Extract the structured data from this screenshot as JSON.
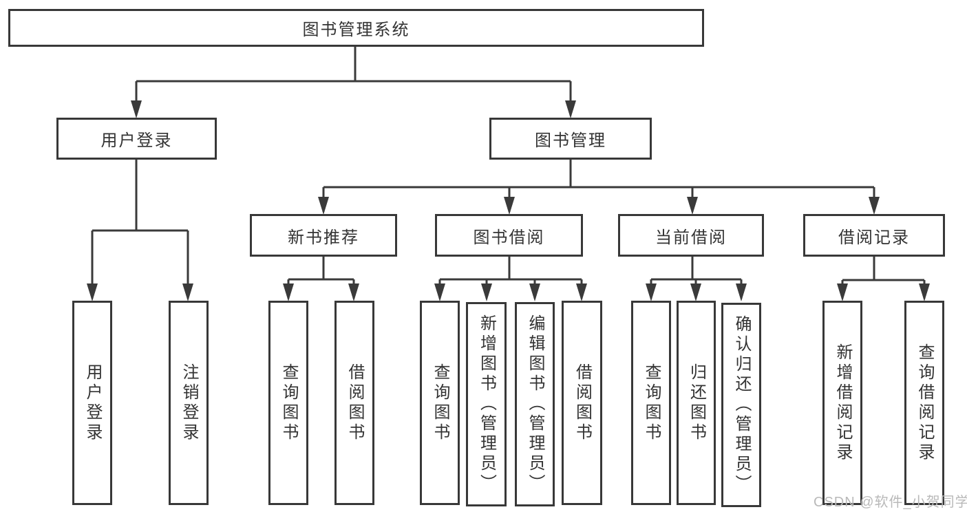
{
  "colors": {
    "line": "#3a3a3a",
    "border": "#383838",
    "text": "#333333",
    "background": "#ffffff",
    "watermark": "#b9b9b9"
  },
  "watermark": {
    "text": "CSDN @软件_小贺同学"
  },
  "tree": {
    "root": {
      "label": "图书管理系统",
      "children": [
        {
          "label": "用户登录",
          "children": [
            {
              "label": "用户登录"
            },
            {
              "label": "注销登录"
            }
          ]
        },
        {
          "label": "图书管理",
          "children": [
            {
              "label": "新书推荐",
              "children": [
                {
                  "label": "查询图书"
                },
                {
                  "label": "借阅图书"
                }
              ]
            },
            {
              "label": "图书借阅",
              "children": [
                {
                  "label": "查询图书"
                },
                {
                  "label": "新增图书（管理员）"
                },
                {
                  "label": "编辑图书（管理员）"
                },
                {
                  "label": "借阅图书"
                }
              ]
            },
            {
              "label": "当前借阅",
              "children": [
                {
                  "label": "查询图书"
                },
                {
                  "label": "归还图书"
                },
                {
                  "label": "确认归还（管理员）"
                }
              ]
            },
            {
              "label": "借阅记录",
              "children": [
                {
                  "label": "新增借阅记录"
                },
                {
                  "label": "查询借阅记录"
                }
              ]
            }
          ]
        }
      ]
    }
  }
}
